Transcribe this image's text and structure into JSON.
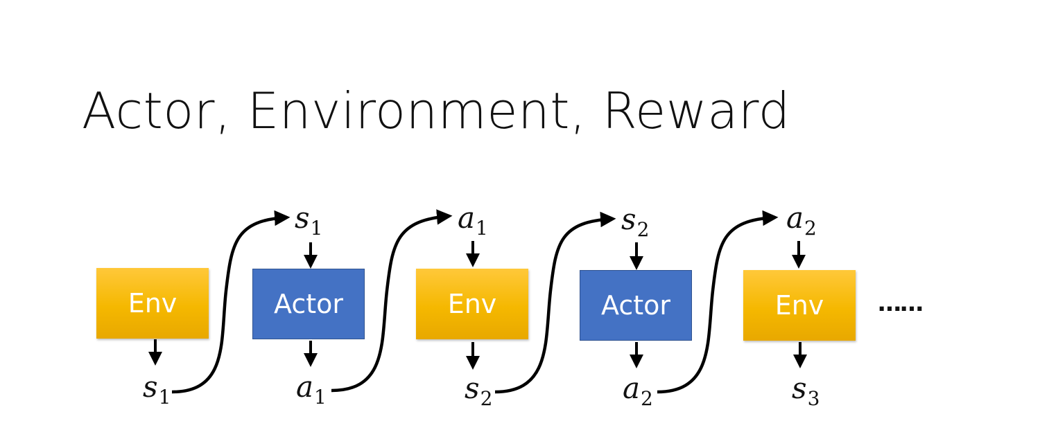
{
  "title": "Actor, Environment, Reward",
  "blocks": [
    {
      "label": "Env"
    },
    {
      "label": "Actor"
    },
    {
      "label": "Env"
    },
    {
      "label": "Actor"
    },
    {
      "label": "Env"
    }
  ],
  "top_symbols": [
    {
      "base": "s",
      "sub": "1"
    },
    {
      "base": "a",
      "sub": "1"
    },
    {
      "base": "s",
      "sub": "2"
    },
    {
      "base": "a",
      "sub": "2"
    }
  ],
  "bottom_symbols": [
    {
      "base": "s",
      "sub": "1"
    },
    {
      "base": "a",
      "sub": "1"
    },
    {
      "base": "s",
      "sub": "2"
    },
    {
      "base": "a",
      "sub": "2"
    },
    {
      "base": "s",
      "sub": "3"
    }
  ],
  "ellipsis": "……",
  "colors": {
    "env": "#f5b800",
    "actor": "#4472c4",
    "arrow": "#000000"
  }
}
